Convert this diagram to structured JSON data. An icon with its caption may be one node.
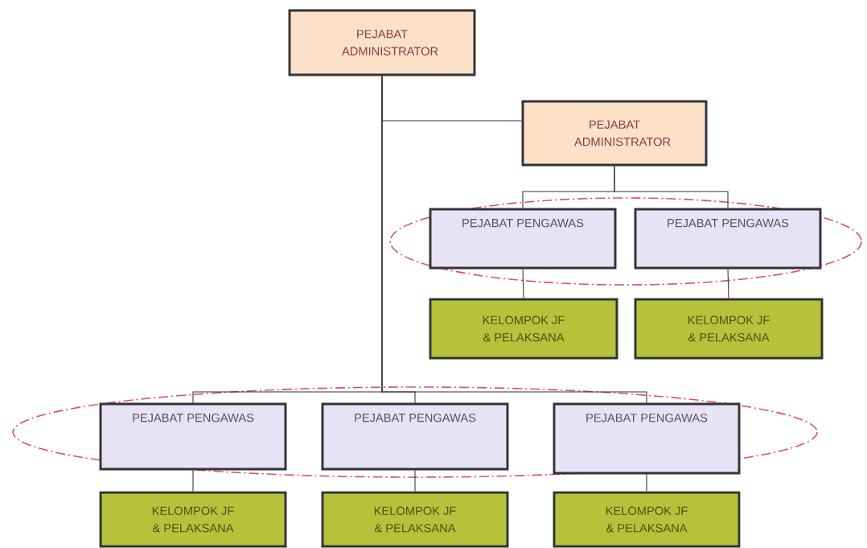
{
  "diagram": {
    "nodes": [
      {
        "text": [
          "PEJABAT ADMINISTRATOR"
        ]
      },
      {
        "text": [
          "PEJABAT ADMINISTRATOR"
        ]
      },
      {
        "text": [
          "PEJABAT PENGAWAS"
        ]
      },
      {
        "text": [
          "PEJABAT PENGAWAS"
        ]
      },
      {
        "text": [
          "KELOMPOK JF & PELAKSANA"
        ]
      },
      {
        "text": [
          "KELOMPOK JF & PELAKSANA"
        ]
      },
      {
        "text": [
          "PEJABAT PENGAWAS"
        ]
      },
      {
        "text": [
          "PEJABAT PENGAWAS"
        ]
      },
      {
        "text": [
          "PEJABAT PENGAWAS"
        ]
      },
      {
        "text": [
          "KELOMPOK JF & PELAKSANA"
        ]
      },
      {
        "text": [
          "KELOMPOK JF & PELAKSANA"
        ]
      },
      {
        "text": [
          "KELOMPOK JF & PELAKSANA"
        ]
      }
    ],
    "edges": [
      {
        "from": 0,
        "to": 1,
        "arrow": "none"
      },
      {
        "from": 1,
        "to": 2,
        "arrow": "none"
      },
      {
        "from": 1,
        "to": 3,
        "arrow": "none"
      },
      {
        "from": 2,
        "to": 4,
        "arrow": "none"
      },
      {
        "from": 3,
        "to": 5,
        "arrow": "none"
      },
      {
        "from": 0,
        "to": 6,
        "arrow": "none"
      },
      {
        "from": 0,
        "to": 7,
        "arrow": "none"
      },
      {
        "from": 0,
        "to": 8,
        "arrow": "none"
      },
      {
        "from": 6,
        "to": 9,
        "arrow": "none"
      },
      {
        "from": 7,
        "to": 10,
        "arrow": "none"
      },
      {
        "from": 8,
        "to": 11,
        "arrow": "none"
      }
    ]
  }
}
